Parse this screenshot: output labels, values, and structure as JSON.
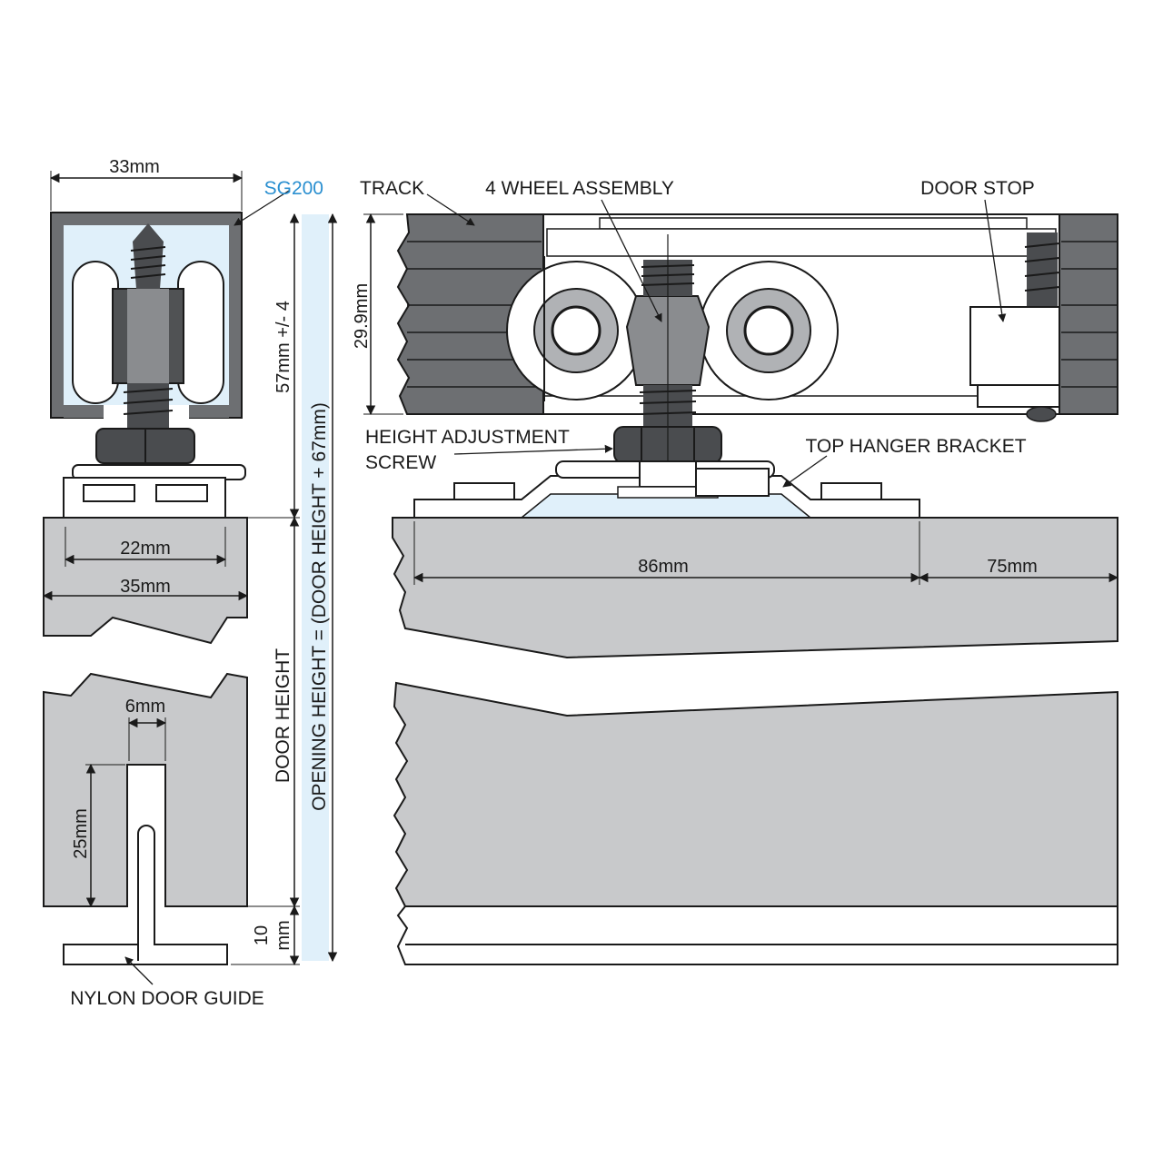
{
  "labels": {
    "track_brand": "SG200",
    "track": "TRACK",
    "wheel_assembly": "4 WHEEL ASSEMBLY",
    "door_stop": "DOOR STOP",
    "height_adjustment_line1": "HEIGHT ADJUSTMENT",
    "height_adjustment_line2": "SCREW",
    "top_hanger_bracket": "TOP HANGER BRACKET",
    "nylon_door_guide": "NYLON DOOR GUIDE",
    "door_height": "DOOR HEIGHT",
    "opening_height": "OPENING HEIGHT = (DOOR HEIGHT + 67mm)"
  },
  "dimensions": {
    "track_width": "33mm",
    "track_height": "29.9mm",
    "hanger_height": "57mm +/- 4",
    "door_groove": "22mm",
    "door_thickness": "35mm",
    "guide_slot_width": "6mm",
    "guide_slot_depth": "25mm",
    "guide_gap_line1": "10",
    "guide_gap_line2": "mm",
    "bracket_length": "86mm",
    "bracket_offset": "75mm"
  },
  "colors": {
    "track_fill": "#e0f0fa",
    "track_dark": "#6d6f72",
    "door_grey": "#c8c9cb",
    "outline": "#1a1a1a",
    "accent": "#2a8fd0"
  }
}
